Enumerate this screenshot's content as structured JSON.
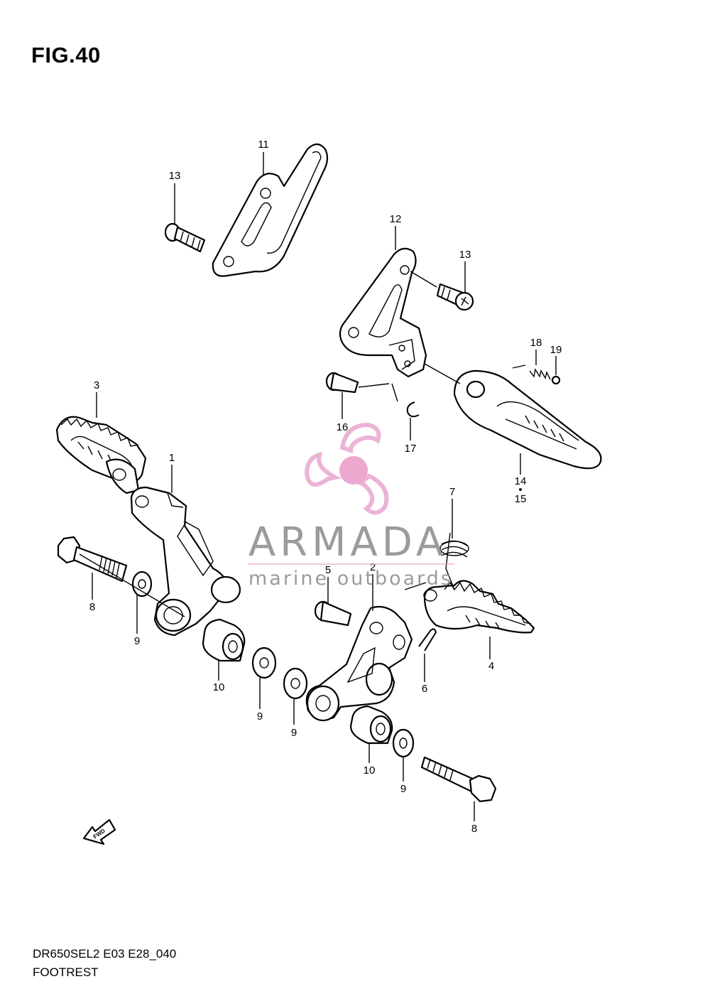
{
  "figure": {
    "title": "FIG.40",
    "model_code": "DR650SEL2 E03 E28_040",
    "section_name": "FOOTREST"
  },
  "callouts": [
    {
      "id": "c-11",
      "label": "11"
    },
    {
      "id": "c-13a",
      "label": "13"
    },
    {
      "id": "c-12",
      "label": "12"
    },
    {
      "id": "c-13b",
      "label": "13"
    },
    {
      "id": "c-18",
      "label": "18"
    },
    {
      "id": "c-19",
      "label": "19"
    },
    {
      "id": "c-3",
      "label": "3"
    },
    {
      "id": "c-1",
      "label": "1"
    },
    {
      "id": "c-16",
      "label": "16"
    },
    {
      "id": "c-17",
      "label": "17"
    },
    {
      "id": "c-14",
      "label": "14"
    },
    {
      "id": "c-dot",
      "label": "•"
    },
    {
      "id": "c-15",
      "label": "15"
    },
    {
      "id": "c-7",
      "label": "7"
    },
    {
      "id": "c-8a",
      "label": "8"
    },
    {
      "id": "c-9a",
      "label": "9"
    },
    {
      "id": "c-5",
      "label": "5"
    },
    {
      "id": "c-2",
      "label": "2"
    },
    {
      "id": "c-4",
      "label": "4"
    },
    {
      "id": "c-6",
      "label": "6"
    },
    {
      "id": "c-10a",
      "label": "10"
    },
    {
      "id": "c-9b",
      "label": "9"
    },
    {
      "id": "c-9c",
      "label": "9"
    },
    {
      "id": "c-10b",
      "label": "10"
    },
    {
      "id": "c-9d",
      "label": "9"
    },
    {
      "id": "c-8b",
      "label": "8"
    }
  ],
  "watermark": {
    "brand": "ARMADA",
    "tagline": "marine outboards",
    "colors": {
      "propeller": "#e8a6cf",
      "hub": "#e99ac7",
      "text": "#8a8a8a",
      "rule": "#e8a6cf"
    }
  },
  "direction_arrow": {
    "label": "FWD",
    "icon": "forward-arrow-icon"
  }
}
